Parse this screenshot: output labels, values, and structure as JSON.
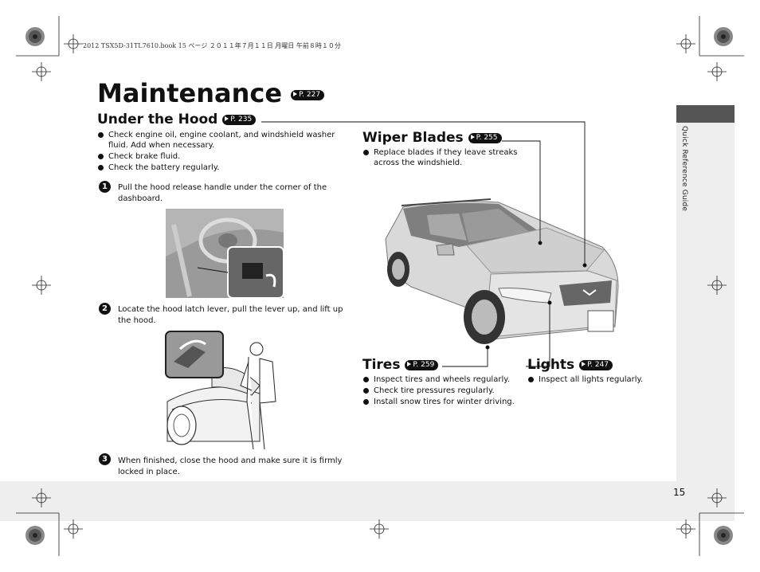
{
  "header": {
    "print_line": "2012 TSX5D-31TL7610.book 15 ページ ２０１１年７月１１日 月曜日 午前８時１０分"
  },
  "side_tab": {
    "label": "Quick Reference Guide"
  },
  "page": {
    "title": "Maintenance",
    "title_ref": "P. 227",
    "number": "15"
  },
  "under_hood": {
    "heading": "Under the Hood",
    "ref": "P. 235",
    "bullets": [
      "Check engine oil, engine coolant, and windshield washer fluid. Add when necessary.",
      "Check brake fluid.",
      "Check the battery regularly."
    ],
    "steps": [
      {
        "num": "1",
        "text": "Pull the hood release handle under the corner of the dashboard."
      },
      {
        "num": "2",
        "text": "Locate the hood latch lever, pull the lever up, and lift up the hood."
      },
      {
        "num": "3",
        "text": "When finished, close the hood and make sure it is firmly locked in place."
      }
    ]
  },
  "wiper_blades": {
    "heading": "Wiper Blades",
    "ref": "P. 255",
    "bullets": [
      "Replace blades if they leave streaks across the windshield."
    ]
  },
  "tires": {
    "heading": "Tires",
    "ref": "P. 259",
    "bullets": [
      "Inspect tires and wheels regularly.",
      "Check tire pressures regularly.",
      "Install snow tires for winter driving."
    ]
  },
  "lights": {
    "heading": "Lights",
    "ref": "P. 247",
    "bullets": [
      "Inspect all lights regularly."
    ]
  },
  "colors": {
    "tab": "#555555",
    "panel": "#eeeeee",
    "text": "#111111"
  }
}
